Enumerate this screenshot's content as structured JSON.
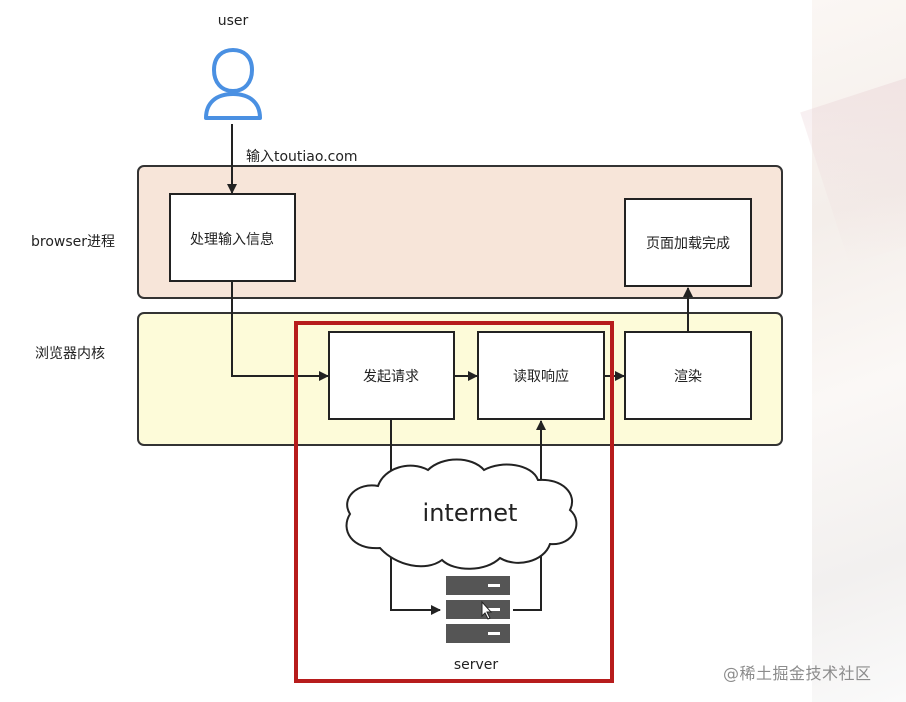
{
  "user_label": "user",
  "input_label": "输入toutiao.com",
  "lanes": {
    "browser": "browser进程",
    "kernel": "浏览器内核"
  },
  "boxes": {
    "process_input": "处理输入信息",
    "page_loaded": "页面加载完成",
    "send_request": "发起请求",
    "read_response": "读取响应",
    "render": "渲染"
  },
  "internet_label": "internet",
  "server_label": "server",
  "watermark": "@稀土掘金技术社区",
  "colors": {
    "browser_lane": "#f7e5d9",
    "kernel_lane": "#fdfbd9",
    "highlight_frame": "#b71c1c",
    "user_icon": "#4a90e2",
    "server": "#555555"
  }
}
